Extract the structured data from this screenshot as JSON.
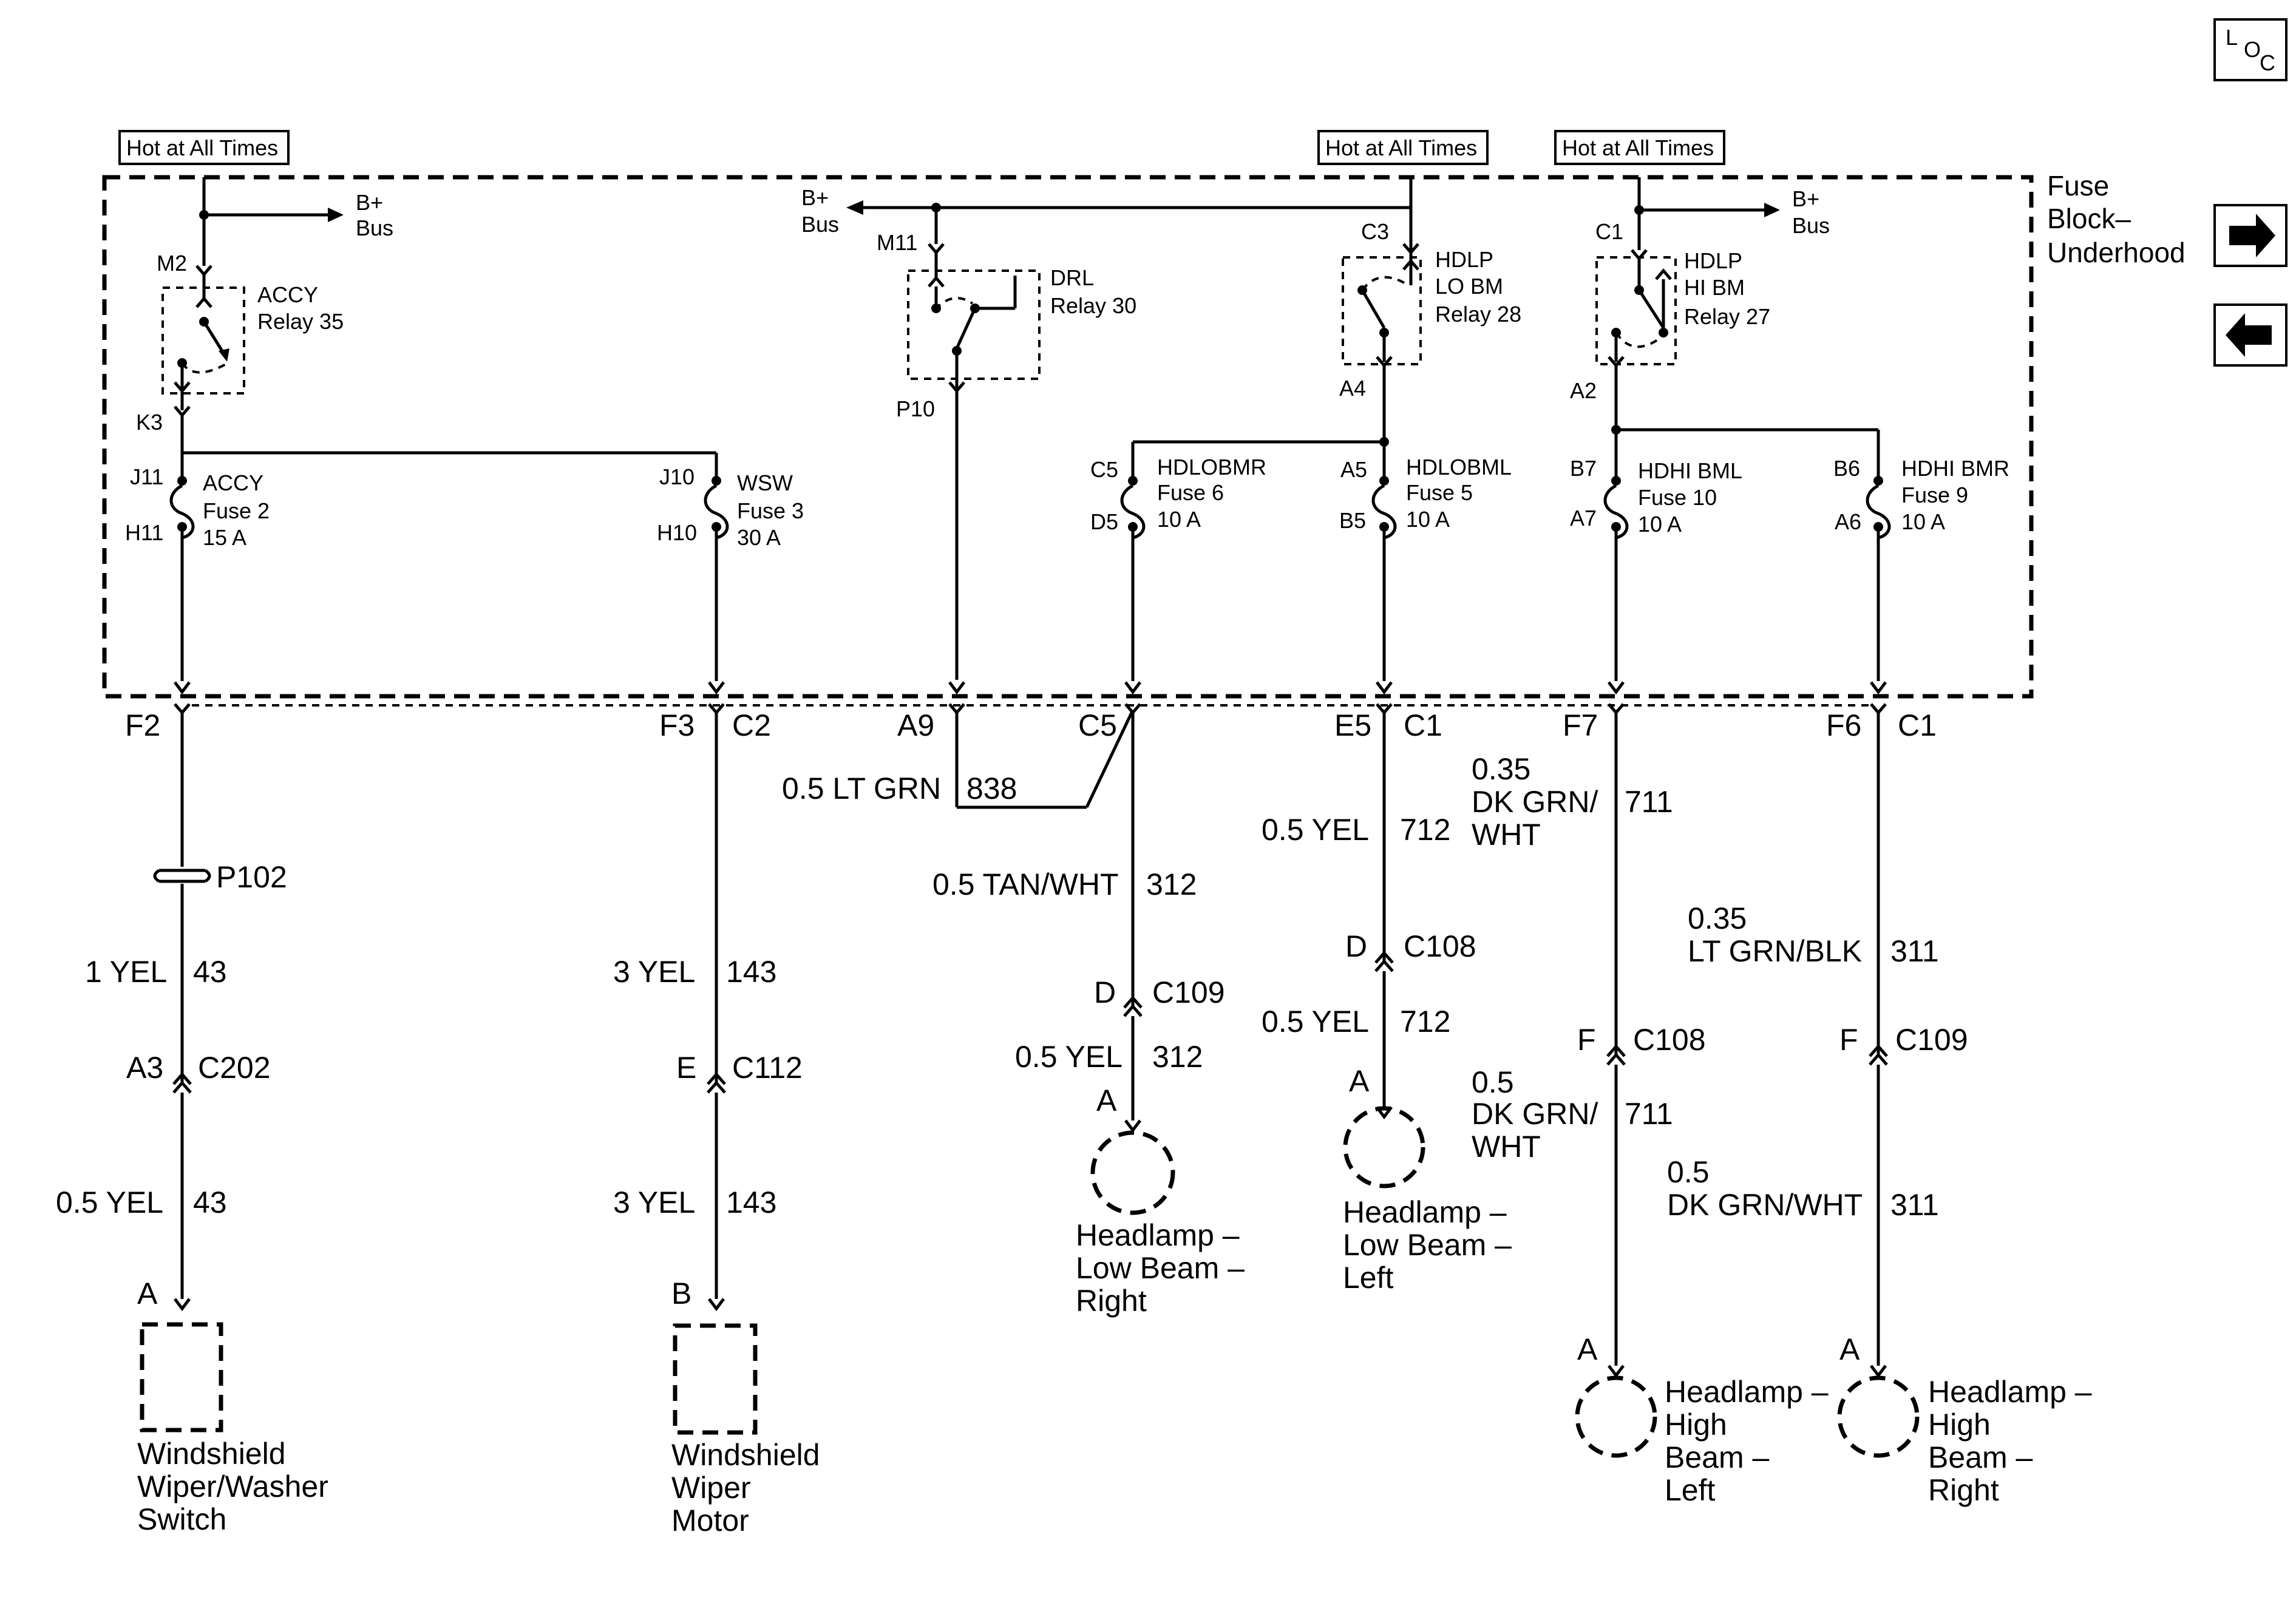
{
  "nav": {
    "loc": {
      "l": "L",
      "o": "O",
      "c": "C"
    },
    "next_icon": "arrow-right-icon",
    "prev_icon": "arrow-left-icon"
  },
  "hot_labels": [
    "Hot at All Times",
    "Hot at All Times",
    "Hot at All Times"
  ],
  "fuse_block": [
    "Fuse",
    "Block–",
    "Underhood"
  ],
  "bus": {
    "top": "B+",
    "bottom": "Bus"
  },
  "relays": {
    "accy": {
      "name": "ACCY",
      "num": "Relay 35",
      "in_pin": "M2",
      "out_pin": "K3"
    },
    "drl": {
      "name": "DRL",
      "num": "Relay 30",
      "in_pin": "M11",
      "out_pin": "P10"
    },
    "lo": {
      "name": "HDLP",
      "sub": "LO BM",
      "num": "Relay 28",
      "in_pin": "C3",
      "out_pin": "A4"
    },
    "hi": {
      "name": "HDLP",
      "sub": "HI BM",
      "num": "Relay 27",
      "in_pin": "C1",
      "out_pin": "A2"
    }
  },
  "fuses": [
    {
      "name": "ACCY",
      "num": "Fuse 2",
      "amp": "15 A",
      "in": "J11",
      "out": "H11"
    },
    {
      "name": "WSW",
      "num": "Fuse 3",
      "amp": "30 A",
      "in": "J10",
      "out": "H10"
    },
    {
      "name": "HDLOBMR",
      "num": "Fuse 6",
      "amp": "10 A",
      "in": "C5",
      "out": "D5"
    },
    {
      "name": "HDLOBML",
      "num": "Fuse 5",
      "amp": "10 A",
      "in": "A5",
      "out": "B5"
    },
    {
      "name": "HDHI BML",
      "num": "Fuse 10",
      "amp": "10 A",
      "in": "B7",
      "out": "A7"
    },
    {
      "name": "HDHI BMR",
      "num": "Fuse 9",
      "amp": "10 A",
      "in": "B6",
      "out": "A6"
    }
  ],
  "connectors": {
    "f2": "F2",
    "f3": "F3",
    "c2": "C2",
    "a9": "A9",
    "c5": "C5",
    "e5": "E5",
    "c1a": "C1",
    "f7": "F7",
    "f6": "F6",
    "c1b": "C1",
    "p102": "P102",
    "a3": "A3",
    "c202": "C202",
    "e": "E",
    "c112": "C112",
    "d1": "D",
    "c109a": "C109",
    "d2": "D",
    "c108a": "C108",
    "f_l": "F",
    "c108b": "C108",
    "f_r": "F",
    "c109b": "C109"
  },
  "wires": {
    "w838": {
      "color": "0.5 LT GRN",
      "num": "838"
    },
    "w312a": {
      "color": "0.5 TAN/WHT",
      "num": "312"
    },
    "w712a": {
      "color": "0.5 YEL",
      "num": "712"
    },
    "w711a": {
      "l1": "0.35",
      "l2": "DK GRN/",
      "l3": "WHT",
      "num": "711"
    },
    "w43a": {
      "color": "1 YEL",
      "num": "43"
    },
    "w143a": {
      "color": "3 YEL",
      "num": "143"
    },
    "w311a": {
      "l1": "0.35",
      "l2": "LT GRN/BLK",
      "num": "311"
    },
    "w712b": {
      "color": "0.5 YEL",
      "num": "712"
    },
    "w312b": {
      "color": "0.5 YEL",
      "num": "312"
    },
    "w711b": {
      "l1": "0.5",
      "l2": "DK GRN/",
      "l3": "WHT",
      "num": "711"
    },
    "w43b": {
      "color": "0.5 YEL",
      "num": "43"
    },
    "w143b": {
      "color": "3 YEL",
      "num": "143"
    },
    "w311b": {
      "l1": "0.5",
      "l2": "DK GRN/WHT",
      "num": "311"
    }
  },
  "components": {
    "switch": {
      "pin": "A",
      "l1": "Windshield",
      "l2": "Wiper/Washer",
      "l3": "Switch"
    },
    "motor": {
      "pin": "B",
      "l1": "Windshield",
      "l2": "Wiper",
      "l3": "Motor"
    },
    "lo_right": {
      "pin": "A",
      "l1": "Headlamp –",
      "l2": "Low Beam –",
      "l3": "Right"
    },
    "lo_left": {
      "pin": "A",
      "l1": "Headlamp –",
      "l2": "Low Beam –",
      "l3": "Left"
    },
    "hi_left": {
      "pin": "A",
      "l1": "Headlamp –",
      "l2": "High",
      "l3": "Beam –",
      "l4": "Left"
    },
    "hi_right": {
      "pin": "A",
      "l1": "Headlamp –",
      "l2": "High",
      "l3": "Beam –",
      "l4": "Right"
    }
  }
}
